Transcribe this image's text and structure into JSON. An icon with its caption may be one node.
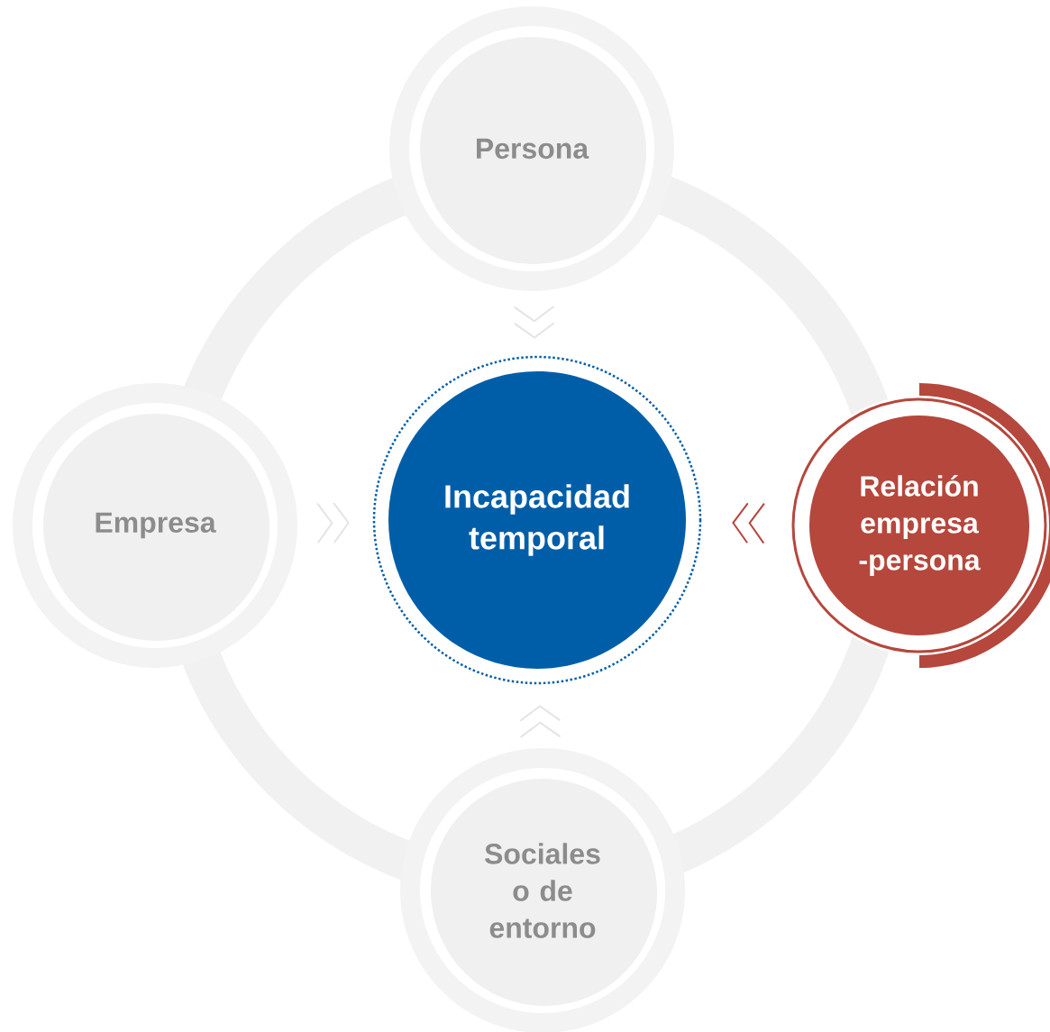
{
  "diagram": {
    "nodes": [
      {
        "text": [
          "Persona"
        ]
      },
      {
        "text": [
          "Empresa"
        ]
      },
      {
        "text": [
          "Incapacidad temporal"
        ]
      },
      {
        "text": [
          "Relación empresa -persona"
        ]
      },
      {
        "text": [
          "Sociales o de entorno"
        ]
      }
    ],
    "edges": [
      {
        "from": 0,
        "to": 2,
        "arrow": "to"
      },
      {
        "from": 1,
        "to": 2,
        "arrow": "to"
      },
      {
        "from": 3,
        "to": 2,
        "arrow": "to",
        "color": "#b5473c"
      },
      {
        "from": 4,
        "to": 2,
        "arrow": "to"
      }
    ]
  }
}
